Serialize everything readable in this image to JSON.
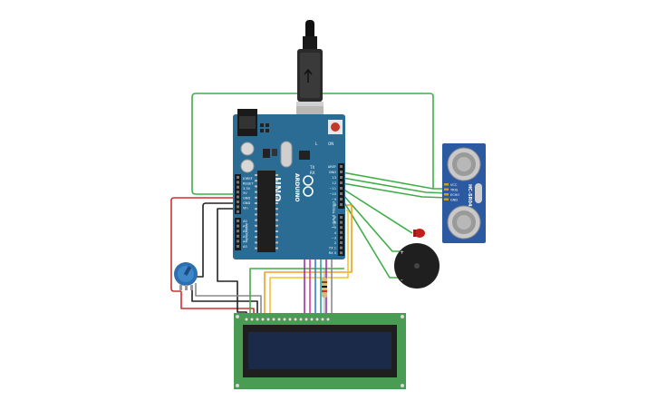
{
  "arduino": {
    "brand": "ARDUINO",
    "model": "UNO",
    "label_tx": "TX",
    "label_rx": "RX",
    "label_on": "ON",
    "label_l": "L",
    "header_digital": "DIGITAL (PWM~)",
    "header_analog": "ANALOG IN",
    "left_power_pins": [
      "IOREF",
      "RESET",
      "3.3V",
      "5V",
      "GND",
      "GND",
      "Vin"
    ],
    "left_analog_pins": [
      "A0",
      "A1",
      "A2",
      "A3",
      "A4",
      "A5"
    ],
    "right_top_pins": [
      "AREF",
      "GND",
      "13",
      "12",
      "~11",
      "~10",
      "~9",
      "8"
    ],
    "right_bottom_pins": [
      "7",
      "~6",
      "~5",
      "4",
      "~3",
      "2",
      "TX 1",
      "RX 0"
    ]
  },
  "sensor": {
    "model": "HC-SR04",
    "pins": [
      "VCC",
      "TRIG",
      "ECHO",
      "GND"
    ]
  },
  "buzzer": {
    "plus": "+",
    "minus": "-"
  },
  "colors": {
    "arduino_board": "#2a6c94",
    "sensor_board": "#2b5aa3",
    "lcd_board": "#4a9b54",
    "lcd_screen": "#1c2a4a",
    "wire_green": "#3fae49",
    "wire_red": "#d32f2f",
    "wire_black": "#222222",
    "wire_gray": "#8a8a8a",
    "wire_orange": "#f0a020",
    "wire_yellow": "#f4c430",
    "wire_purple": "#9b30a8",
    "wire_blue": "#2d7fd0",
    "wire_teal": "#27a6a0",
    "wire_pink": "#d63ea0",
    "led": "#c0201c",
    "buzzer": "#1f1f1f",
    "potentiometer": "#2e6fb0"
  }
}
